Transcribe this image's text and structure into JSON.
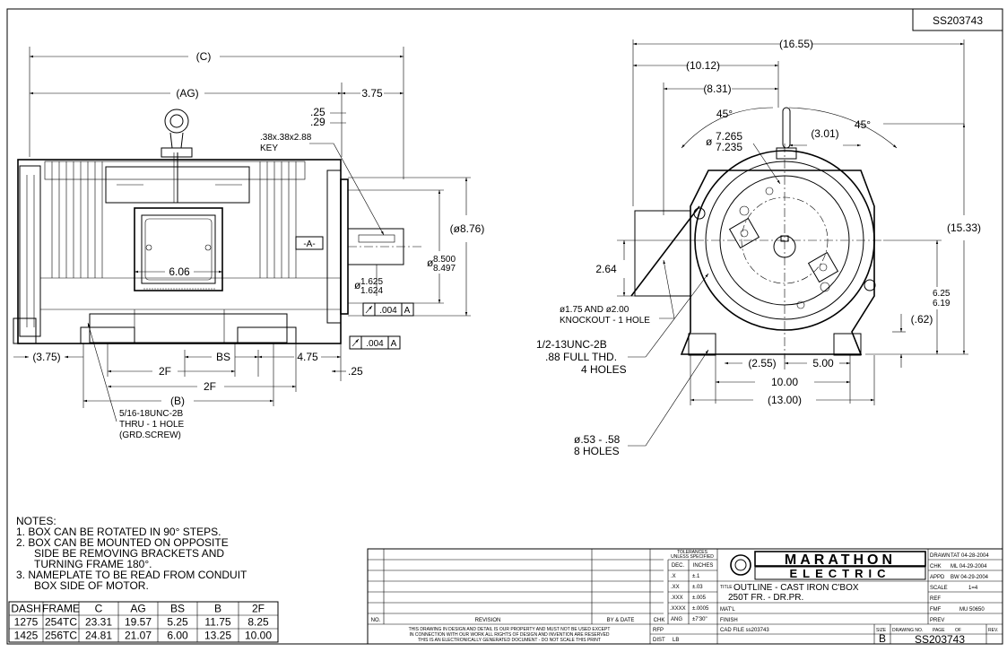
{
  "drawing_number": "SS203743",
  "side_view": {
    "dim_c": "(C)",
    "dim_ag": "(AG)",
    "dim_375_top": "3.75",
    "key_offset_top": ".25",
    "key_offset_bottom": ".29",
    "key_label_1": ".38x.38x2.88",
    "key_label_2": "KEY",
    "shaft_dia": "(ø8.76)",
    "pilot_dia_prefix": "ø",
    "pilot_dia_top": "8.500",
    "pilot_dia_bottom": "8.497",
    "shaft_dia_prefix": "ø",
    "shaft_dia_top": "1.625",
    "shaft_dia_bottom": "1.624",
    "datum_a": "-A-",
    "tol_1": ".004",
    "tol_1_ref": "A",
    "tol_2": ".004",
    "tol_2_ref": "A",
    "dim_606": "6.06",
    "dim_375_left": "(3.75)",
    "dim_2f_a": "2F",
    "dim_bs": "BS",
    "dim_475": "4.75",
    "dim_025": ".25",
    "dim_2f_b": "2F",
    "dim_b": "(B)",
    "grd_1": "5/16-18UNC-2B",
    "grd_2": "THRU - 1 HOLE",
    "grd_3": "(GRD.SCREW)"
  },
  "end_view": {
    "dim_1655": "(16.55)",
    "dim_1012": "(10.12)",
    "dim_831": "(8.31)",
    "angle_left": "45°",
    "angle_right": "45°",
    "bolt_circle_prefix": "ø",
    "bolt_circle_top": "7.265",
    "bolt_circle_bottom": "7.235",
    "dim_301": "(3.01)",
    "dim_1533": "(15.33)",
    "dim_264": "2.64",
    "ko_1": "ø1.75 AND ø2.00",
    "ko_2": "KNOCKOUT - 1 HOLE",
    "shaft_height_top": "6.25",
    "shaft_height_bottom": "6.19",
    "dim_062": "(.62)",
    "thd_1": "1/2-13UNC-2B",
    "thd_2": ".88 FULL THD.",
    "thd_3": "4 HOLES",
    "dim_255": "(2.55)",
    "dim_500": "5.00",
    "dim_1000": "10.00",
    "dim_1300": "(13.00)",
    "mt_1": "ø.53 - .58",
    "mt_2": "8 HOLES"
  },
  "notes": {
    "heading": "NOTES:",
    "lines": [
      "1. BOX CAN BE ROTATED IN 90° STEPS.",
      "2. BOX CAN BE MOUNTED ON OPPOSITE",
      "SIDE BE REMOVING BRACKETS AND",
      "TURNING FRAME 180°.",
      "3. NAMEPLATE TO BE READ FROM CONDUIT",
      "BOX SIDE OF MOTOR."
    ]
  },
  "dash_table": {
    "headers": [
      "DASH",
      "FRAME",
      "C",
      "AG",
      "BS",
      "B",
      "2F"
    ],
    "rows": [
      [
        "1275",
        "254TC",
        "23.31",
        "19.57",
        "5.25",
        "11.75",
        "8.25"
      ],
      [
        "1425",
        "256TC",
        "24.81",
        "21.07",
        "6.00",
        "13.25",
        "10.00"
      ]
    ]
  },
  "title_block": {
    "no_label": "NO.",
    "revision_label": "REVISION",
    "by_date_label": "BY & DATE",
    "chk_label": "CHK",
    "disclaimer_1": "THIS DRAWING IN DESIGN AND DETAIL IS OUR PROPERTY AND MUST NOT BE USED EXCEPT",
    "disclaimer_2": "IN CONNECTION WITH OUR WORK ALL RIGHTS OF DESIGN AND INVENTION ARE RESERVED",
    "disclaimer_3": "THIS IS AN ELECTRONICALLY GENERATED DOCUMENT - DO NOT SCALE THIS PRINT",
    "rfp_label": "RFP",
    "dist_label": "DIST",
    "dist_value": "LB",
    "tol_head_1": "TOLERANCES",
    "tol_head_2": "UNLESS SPECIFIED",
    "dec_label": "DEC.",
    "inches_label": "INCHES",
    "tol_rows": [
      [
        ".X",
        "±.1"
      ],
      [
        ".XX",
        "±.03"
      ],
      [
        ".XXX",
        "±.005"
      ],
      [
        ".XXXX",
        "±.0005"
      ],
      [
        "ANG",
        "±7'30\""
      ]
    ],
    "logo_top": "MARATHON",
    "logo_bottom": "ELECTRIC",
    "title_label": "TITLE",
    "title_1": "OUTLINE - CAST IRON C'BOX",
    "title_2": "250T FR. - DR.PR.",
    "ref_label": "REF",
    "matl_label": "MAT'L",
    "finish_label": "FINISH",
    "cad_file": "CAD FILE ss203743",
    "right_rows": [
      [
        "DRAWN",
        "TAT 04-28-2004"
      ],
      [
        "CHK",
        "ML 04-29-2004"
      ],
      [
        "APPD",
        "BW 04-29-2004"
      ],
      [
        "SCALE",
        "1=4"
      ],
      [
        "REF",
        ""
      ],
      [
        "FMF",
        "MU 50650"
      ],
      [
        "PREV",
        ""
      ]
    ],
    "size_label": "SIZE",
    "size_value": "B",
    "drawing_no_label": "DRAWING NO.",
    "drawing_no_value": "SS203743",
    "page_label": "PAGE",
    "of_label": "OF",
    "rev_label": "REV."
  },
  "colors": {
    "ink": "#000000",
    "paper": "#ffffff"
  }
}
